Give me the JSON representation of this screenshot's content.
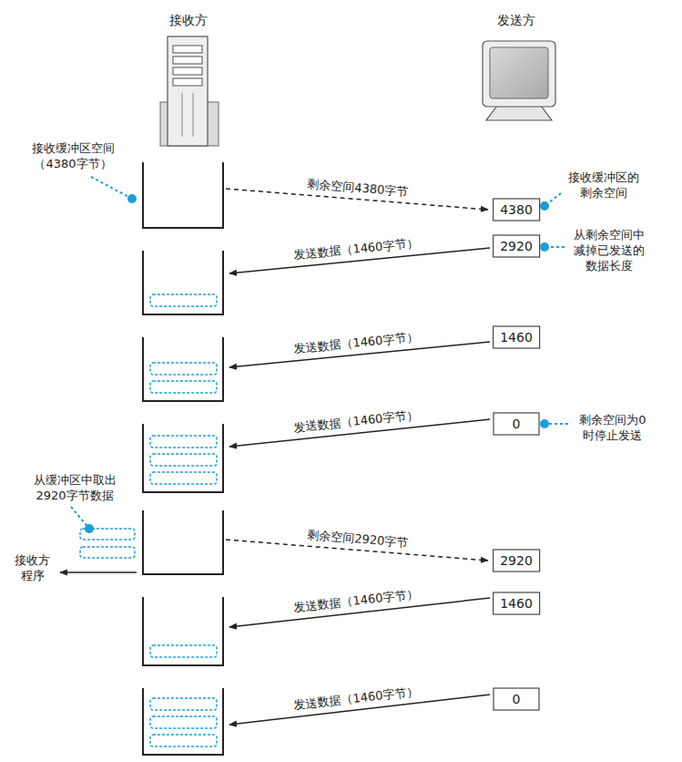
{
  "diagram": {
    "nodes": [
      {
        "text": [
          "4380"
        ]
      },
      {
        "text": [
          "2920"
        ]
      },
      {
        "text": [
          "1460"
        ]
      },
      {
        "text": [
          "0"
        ]
      },
      {
        "text": [
          "2920"
        ]
      },
      {
        "text": [
          "1460"
        ]
      },
      {
        "text": [
          "0"
        ]
      }
    ],
    "labels": [
      "接收方",
      "发送方",
      "接收缓冲区空间 （4380字节）",
      "剩余空间4380字节",
      "接收缓冲区的 剩余空间",
      "发送数据（1460字节）",
      "从剩余空间中 减掉已发送的 数据长度",
      "发送数据（1460字节）",
      "发送数据（1460字节）",
      "剩余空间为0 时停止发送",
      "从缓冲区中取出 2920字节数据",
      "接收方 程序",
      "剩余空间2920字节",
      "发送数据（1460字节）",
      "发送数据（1460字节）"
    ]
  }
}
